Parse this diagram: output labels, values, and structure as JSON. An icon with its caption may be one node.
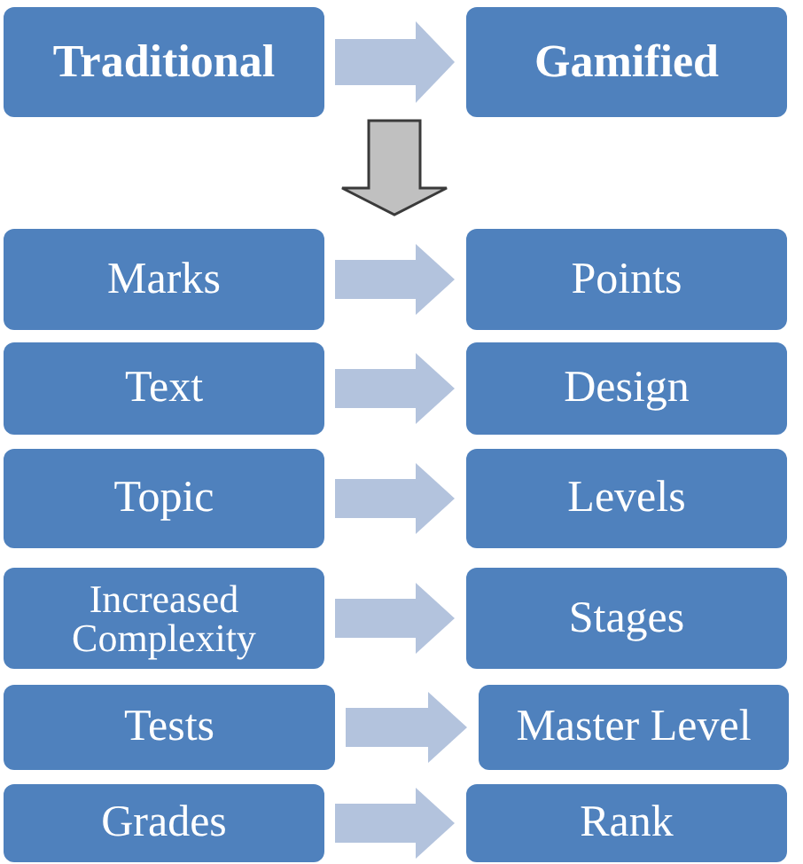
{
  "diagram": {
    "nodes": [
      {
        "text": [
          "Traditional"
        ]
      },
      {
        "text": [
          "Gamified"
        ]
      },
      {
        "text": [
          "Marks"
        ]
      },
      {
        "text": [
          "Points"
        ]
      },
      {
        "text": [
          "Text"
        ]
      },
      {
        "text": [
          "Design"
        ]
      },
      {
        "text": [
          "Topic"
        ]
      },
      {
        "text": [
          "Levels"
        ]
      },
      {
        "text": [
          "Increased Complexity"
        ]
      },
      {
        "text": [
          "Stages"
        ]
      },
      {
        "text": [
          "Tests"
        ]
      },
      {
        "text": [
          "Master Level"
        ]
      },
      {
        "text": [
          "Grades"
        ]
      },
      {
        "text": [
          "Rank"
        ]
      }
    ],
    "edges": [
      {
        "from": 0,
        "to": 1,
        "arrow": "to"
      },
      {
        "from": 2,
        "to": 3,
        "arrow": "to"
      },
      {
        "from": 4,
        "to": 5,
        "arrow": "to"
      },
      {
        "from": 6,
        "to": 7,
        "arrow": "to"
      },
      {
        "from": 8,
        "to": 9,
        "arrow": "to"
      },
      {
        "from": 10,
        "to": 11,
        "arrow": "to"
      },
      {
        "from": 12,
        "to": 13,
        "arrow": "to"
      }
    ]
  }
}
